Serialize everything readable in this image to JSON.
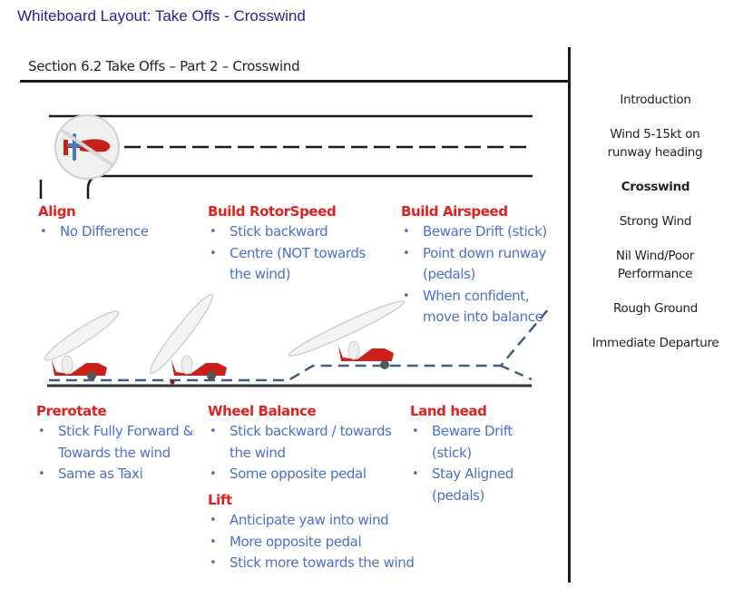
{
  "page": {
    "title": "Whiteboard Layout: Take Offs - Crosswind",
    "section_title": "Section 6.2 Take Offs – Part 2 – Crosswind"
  },
  "colors": {
    "title": "#2e1a9e",
    "heading": "#e0211e",
    "bullet_text": "#4a6fd8",
    "path_dashed": "#3a5f8f",
    "gyro_body": "#cc1f1a"
  },
  "nav": {
    "items": [
      {
        "label": "Introduction",
        "active": false
      },
      {
        "label": "Wind 5-15kt on runway heading",
        "active": false
      },
      {
        "label": "Crosswind",
        "active": true
      },
      {
        "label": "Strong Wind",
        "active": false
      },
      {
        "label": "Nil Wind/Poor Performance",
        "active": false
      },
      {
        "label": "Rough Ground",
        "active": false
      },
      {
        "label": "Immediate Departure",
        "active": false
      }
    ]
  },
  "icons": {
    "runway_gyro": "gyroplane-top-view-icon",
    "side_gyro": "gyroplane-side-view-icon"
  },
  "stages": {
    "align": {
      "heading": "Align",
      "bullets": [
        "No Difference"
      ]
    },
    "build_rotor": {
      "heading": "Build RotorSpeed",
      "bullets": [
        "Stick backward",
        "Centre (NOT towards the wind)"
      ]
    },
    "build_airspeed": {
      "heading": "Build Airspeed",
      "bullets": [
        "Beware Drift (stick)",
        "Point down runway (pedals)",
        "When confident, move into balance"
      ]
    },
    "prerotate": {
      "heading": "Prerotate",
      "bullets": [
        "Stick Fully Forward & Towards the wind",
        "Same as Taxi"
      ]
    },
    "wheel_balance": {
      "heading": "Wheel Balance",
      "bullets": [
        "Stick backward / towards the wind",
        "Some opposite pedal"
      ]
    },
    "lift": {
      "heading": "Lift",
      "bullets": [
        "Anticipate yaw into wind",
        "More opposite pedal",
        "Stick more towards the wind"
      ]
    },
    "land_head": {
      "heading": "Land head",
      "bullets": [
        "Beware Drift (stick)",
        "Stay Aligned (pedals)"
      ]
    }
  }
}
